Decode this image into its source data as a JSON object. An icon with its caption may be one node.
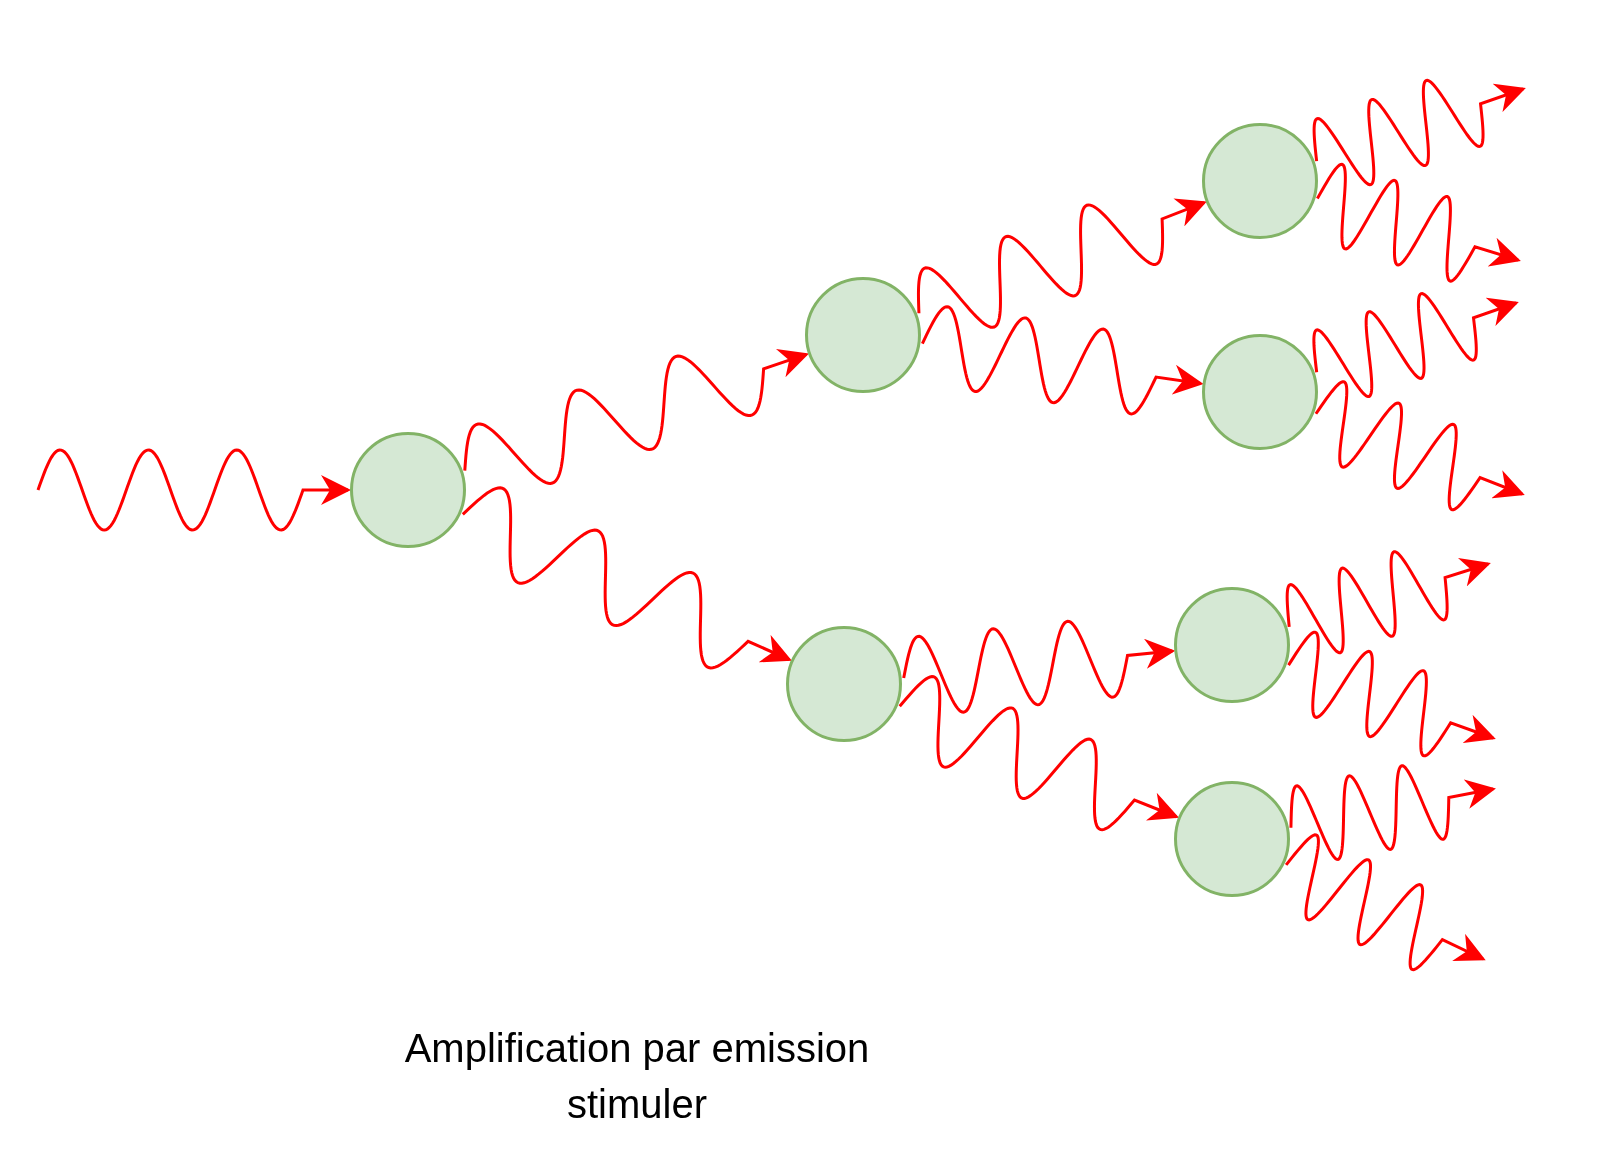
{
  "diagram": {
    "caption": "Amplification par emission stimuler",
    "nodes": [
      {
        "text": [],
        "shape": "circle"
      },
      {
        "text": [],
        "shape": "circle"
      },
      {
        "text": [],
        "shape": "circle"
      },
      {
        "text": [],
        "shape": "circle"
      },
      {
        "text": [],
        "shape": "circle"
      },
      {
        "text": [],
        "shape": "circle"
      },
      {
        "text": [],
        "shape": "circle"
      }
    ],
    "edges": [
      {
        "from": null,
        "to": 0,
        "arrow": "to"
      },
      {
        "from": 0,
        "to": 1,
        "arrow": "to"
      },
      {
        "from": 0,
        "to": 2,
        "arrow": "to"
      },
      {
        "from": 1,
        "to": 3,
        "arrow": "to"
      },
      {
        "from": 1,
        "to": 4,
        "arrow": "to"
      },
      {
        "from": 2,
        "to": 5,
        "arrow": "to"
      },
      {
        "from": 2,
        "to": 6,
        "arrow": "to"
      },
      {
        "from": 3,
        "to": null,
        "arrow": "to"
      },
      {
        "from": 3,
        "to": null,
        "arrow": "to"
      },
      {
        "from": 4,
        "to": null,
        "arrow": "to"
      },
      {
        "from": 4,
        "to": null,
        "arrow": "to"
      },
      {
        "from": 5,
        "to": null,
        "arrow": "to"
      },
      {
        "from": 5,
        "to": null,
        "arrow": "to"
      },
      {
        "from": 6,
        "to": null,
        "arrow": "to"
      },
      {
        "from": 6,
        "to": null,
        "arrow": "to"
      }
    ]
  }
}
